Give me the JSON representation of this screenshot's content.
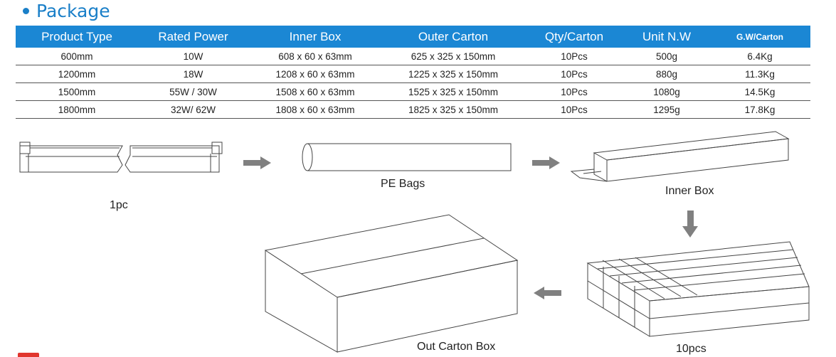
{
  "section": {
    "title": "Package"
  },
  "table": {
    "headers": [
      "Product Type",
      "Rated Power",
      "Inner Box",
      "Outer Carton",
      "Qty/Carton",
      "Unit N.W",
      "G.W/Carton"
    ],
    "rows": [
      [
        "600mm",
        "10W",
        "608 x 60 x 63mm",
        "625 x 325 x 150mm",
        "10Pcs",
        "500g",
        "6.4Kg"
      ],
      [
        "1200mm",
        "18W",
        "1208 x 60 x 63mm",
        "1225 x 325 x 150mm",
        "10Pcs",
        "880g",
        "11.3Kg"
      ],
      [
        "1500mm",
        "55W / 30W",
        "1508 x 60 x 63mm",
        "1525 x 325 x 150mm",
        "10Pcs",
        "1080g",
        "14.5Kg"
      ],
      [
        "1800mm",
        "32W/ 62W",
        "1808 x 60 x 63mm",
        "1825 x 325 x 150mm",
        "10Pcs",
        "1295g",
        "17.8Kg"
      ]
    ]
  },
  "steps": {
    "tube_label": "1pc",
    "pe_label": "PE Bags",
    "inner_label": "Inner Box",
    "stack_label": "10pcs",
    "carton_label": "Out Carton Box"
  },
  "colors": {
    "accent": "#1a7fc8",
    "header_bg": "#1b87d4",
    "arrow": "#808080"
  }
}
